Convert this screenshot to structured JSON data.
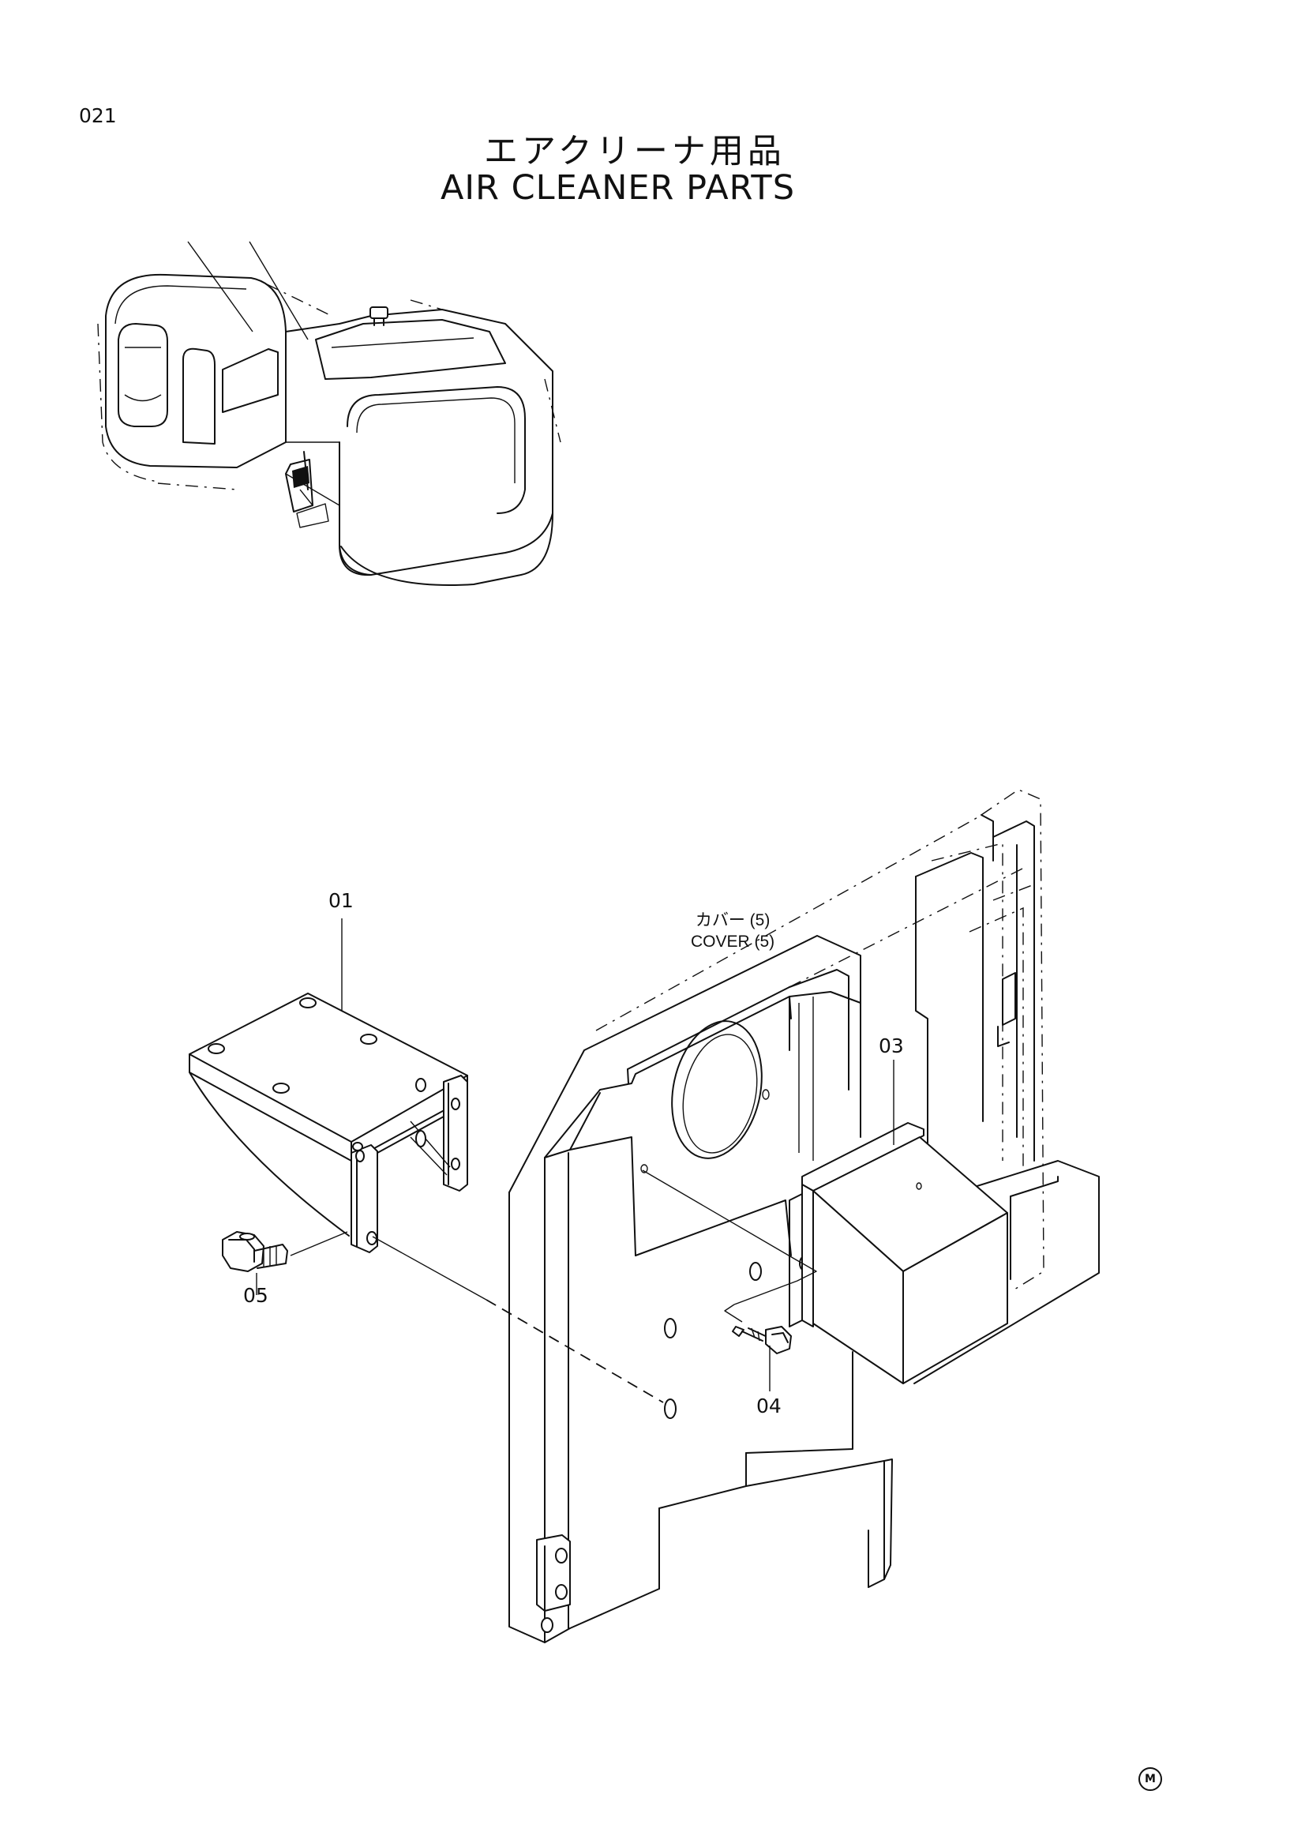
{
  "header": {
    "page_number": "021",
    "title_jp": "エアクリーナ用品",
    "title_en": "AIR CLEANER PARTS"
  },
  "callouts": {
    "part_01": "01",
    "part_03": "03",
    "part_04": "04",
    "part_05": "05"
  },
  "cover_label": {
    "jp": "カバー (5)",
    "en": "COVER (5)"
  },
  "icons": {
    "corner_mark": "M"
  }
}
